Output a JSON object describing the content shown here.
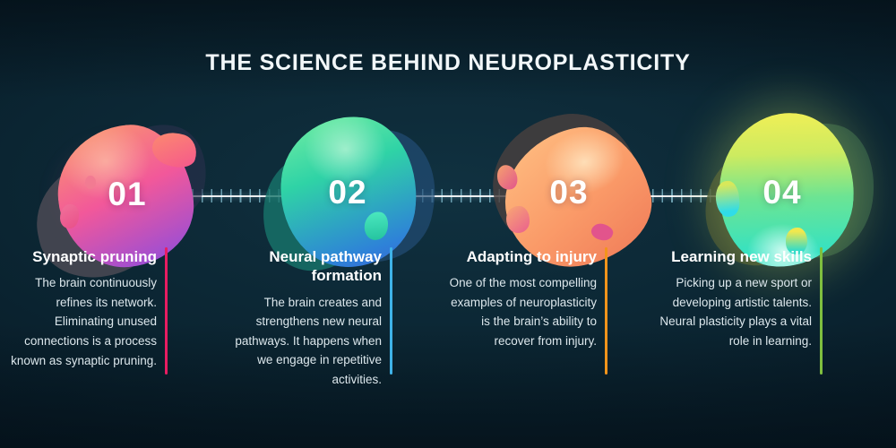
{
  "title": "THE SCIENCE BEHIND NEUROPLASTICITY",
  "timeline": {
    "tick_color": "#9ee0f2",
    "line_color": "#ffffff"
  },
  "steps": [
    {
      "number": "01",
      "heading": "Synaptic pruning",
      "body": "The brain continuously refines its network. Eliminating unused connections is a process known as synaptic pruning.",
      "accent_color": "#e81d62",
      "blob_colors": [
        "#fa9c6a",
        "#f2589a",
        "#8a4ce0"
      ]
    },
    {
      "number": "02",
      "heading": "Neural pathway formation",
      "body": "The brain creates and strengthens new neural pathways. It happens when we engage in repetitive activities.",
      "accent_color": "#3fb3e8",
      "blob_colors": [
        "#79f0a2",
        "#2fd3a6",
        "#2e82d8"
      ]
    },
    {
      "number": "03",
      "heading": "Adapting to injury",
      "body": "One of the most compelling examples of neuroplasticity is the brain’s ability to recover from injury.",
      "accent_color": "#f2941b",
      "blob_colors": [
        "#ffc083",
        "#fa9a68",
        "#ef7a58"
      ]
    },
    {
      "number": "04",
      "heading": "Learning new skills",
      "body": "Picking up a new sport or developing artistic talents. Neural plasticity plays a vital role in learning.",
      "accent_color": "#7fbf3f",
      "blob_colors": [
        "#f4ef55",
        "#6ce493",
        "#35e2c2"
      ]
    }
  ]
}
